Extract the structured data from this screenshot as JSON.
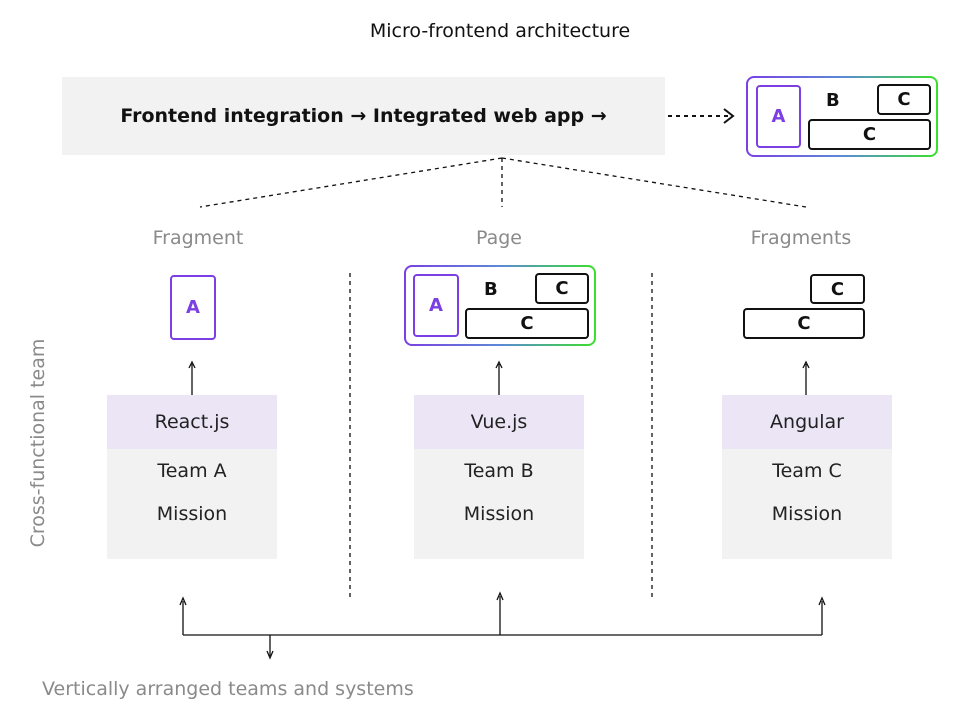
{
  "title": "Micro-frontend architecture",
  "integration": {
    "text": "Frontend integration → Integrated web app →"
  },
  "result_app": {
    "a": "A",
    "b": "B",
    "c_small": "C",
    "c_wide": "C"
  },
  "columns": [
    {
      "label": "Fragment",
      "a": "A",
      "framework": "React.js",
      "team": "Team A",
      "mission": "Mission"
    },
    {
      "label": "Page",
      "a": "A",
      "b": "B",
      "c_small": "C",
      "c_wide": "C",
      "framework": "Vue.js",
      "team": "Team B",
      "mission": "Mission"
    },
    {
      "label": "Fragments",
      "c_small": "C",
      "c_wide": "C",
      "framework": "Angular",
      "team": "Team C",
      "mission": "Mission"
    }
  ],
  "side_label": "Cross-functional team",
  "bottom_label": "Vertically arranged teams and systems",
  "colors": {
    "accent_purple": "#7b3fe4",
    "accent_green": "#39e02b",
    "panel_gray": "#f2f2f2",
    "framework_lavender": "#ebe5f5",
    "muted_text": "#8a8a8a"
  }
}
